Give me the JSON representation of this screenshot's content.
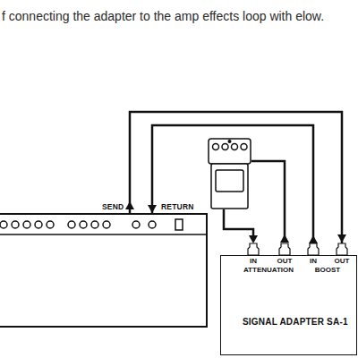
{
  "diagram": {
    "title": "f connecting the adapter to the amp effects loop with elow.",
    "nodes": [
      {
        "text": [
          "SEND",
          "RETURN"
        ]
      },
      {
        "text": [
          "SIGNAL ADAPTER SA-1"
        ]
      }
    ],
    "edges": [
      {
        "from": 0,
        "to": 1,
        "arrow": "both"
      },
      {
        "from": 1,
        "to": 0,
        "arrow": "both"
      }
    ],
    "labels": [
      "IN",
      "OUT",
      "ATTENUATION",
      "IN",
      "OUT",
      "BOOST"
    ]
  }
}
